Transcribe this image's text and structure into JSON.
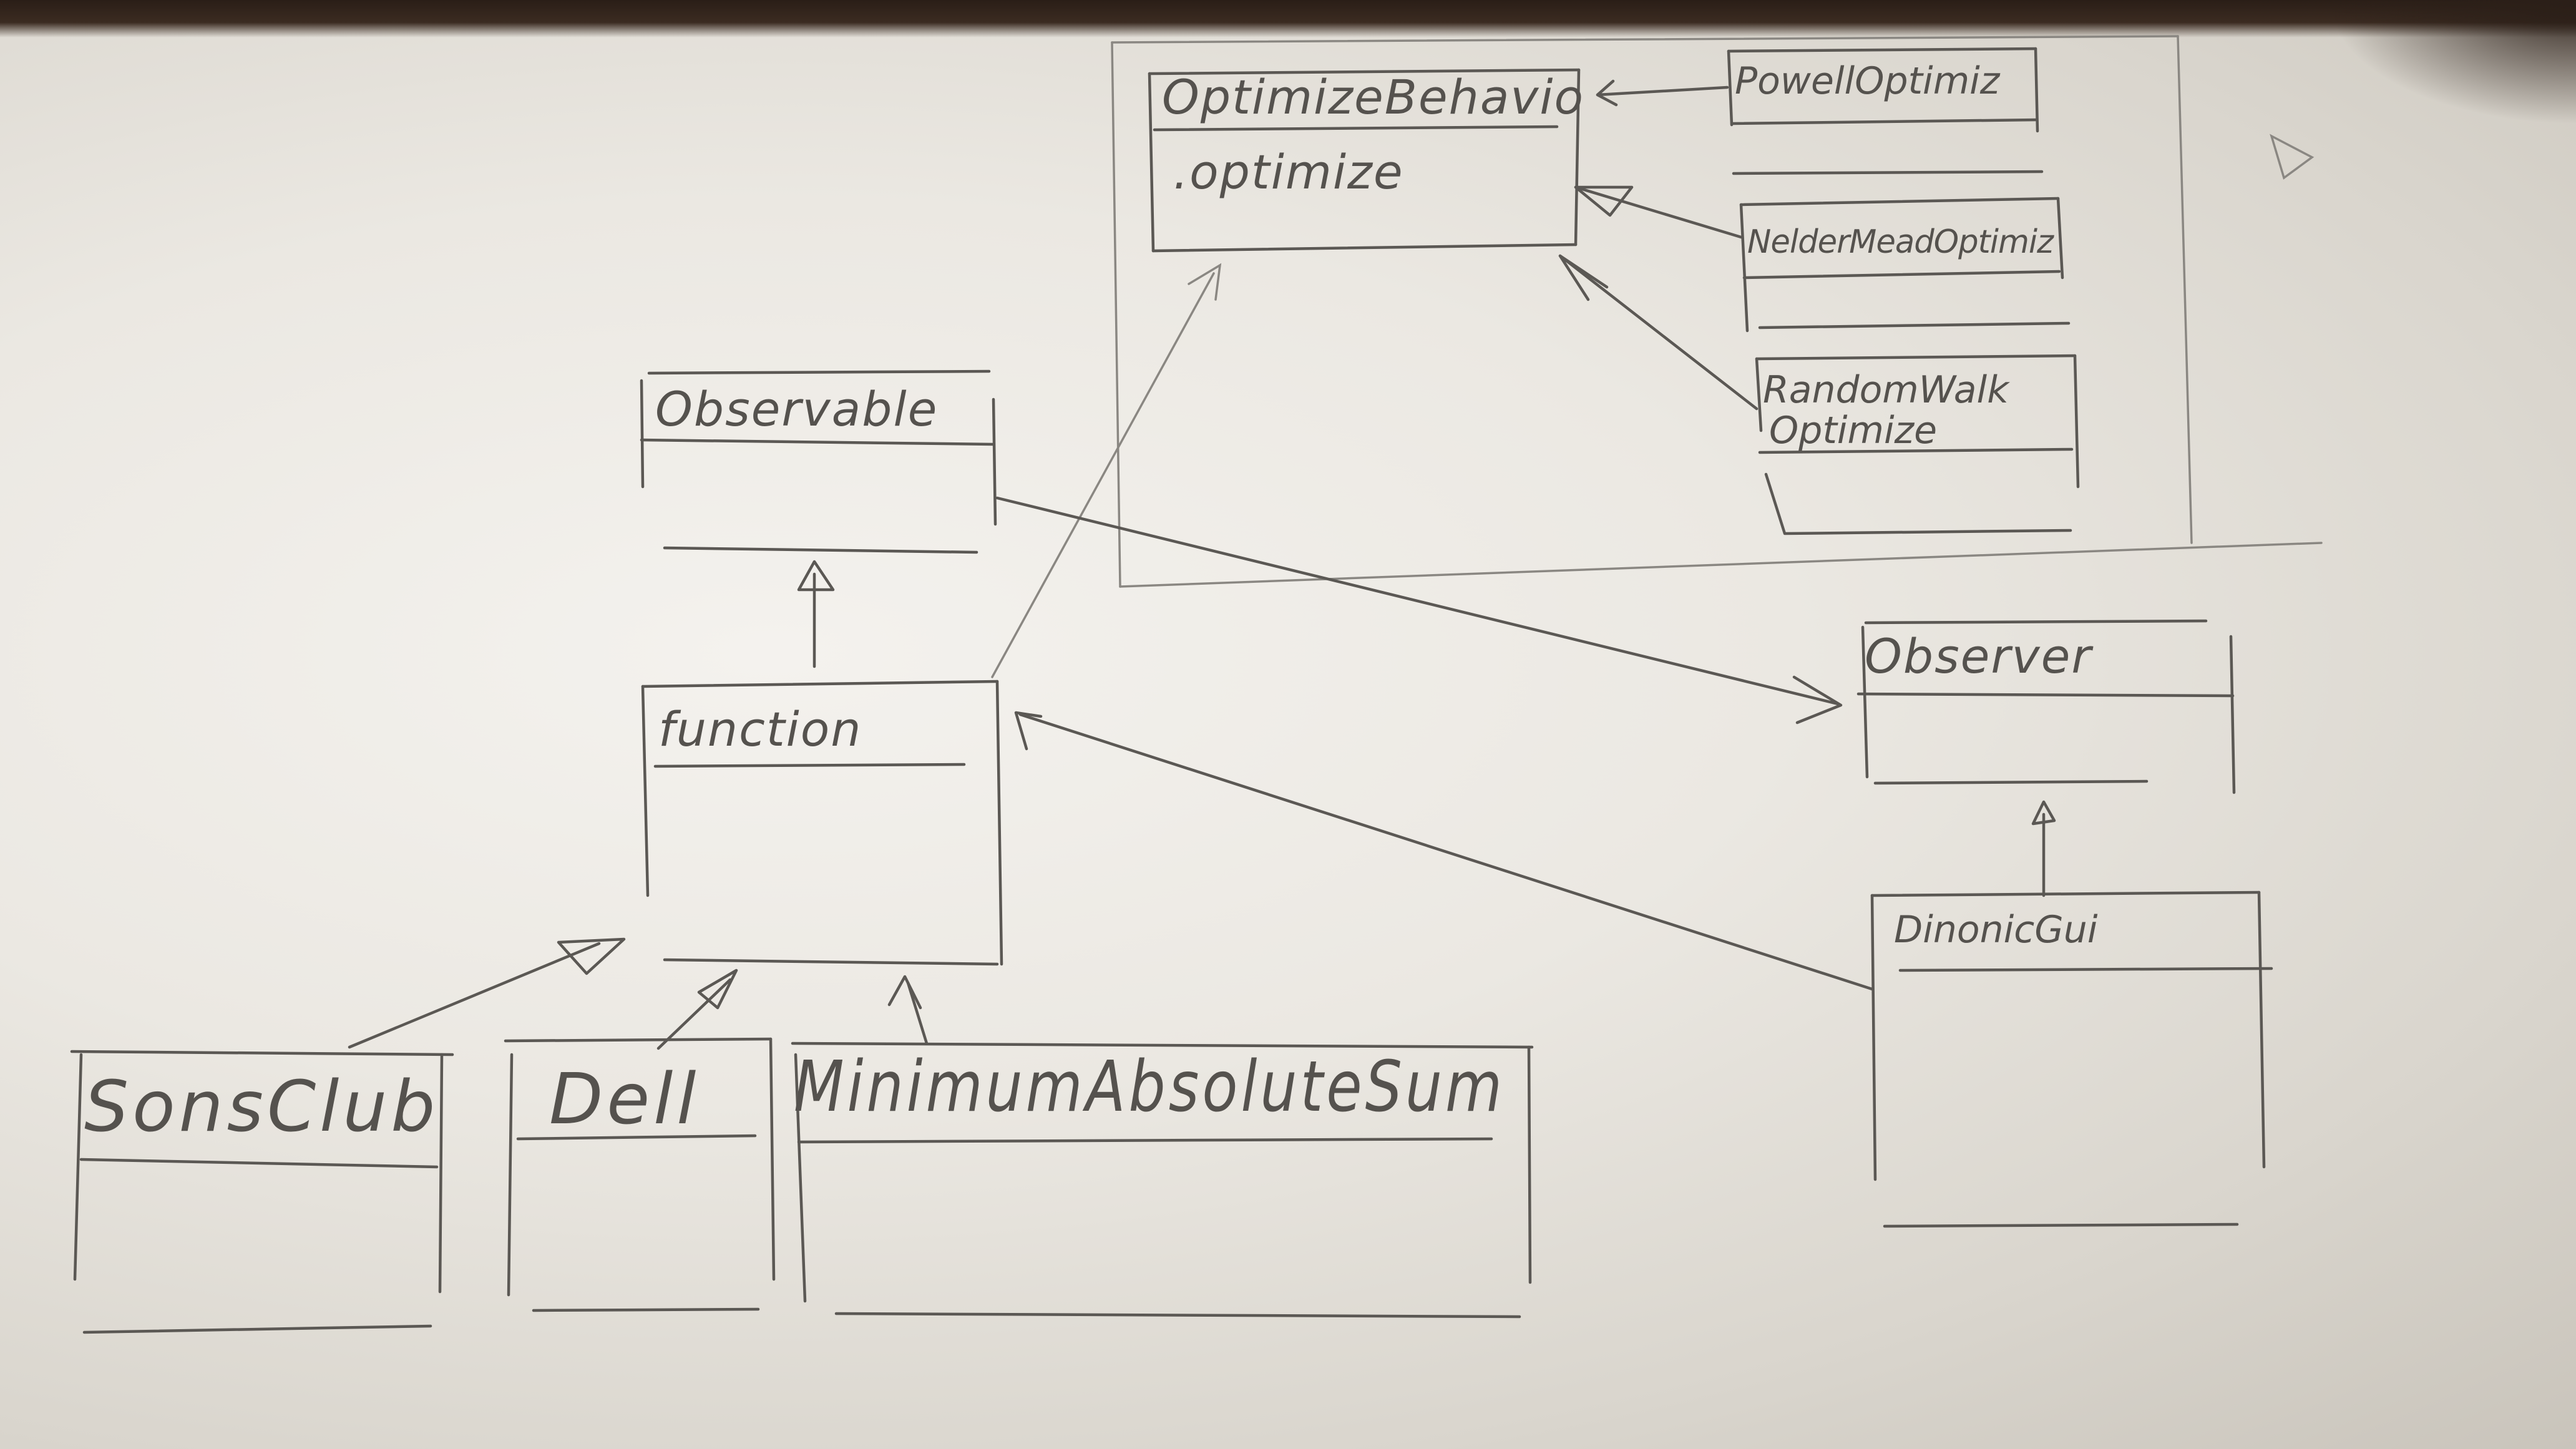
{
  "diagram": {
    "classes": {
      "optimize_behaviour": {
        "name": "OptimizeBehavio",
        "method": ".optimize"
      },
      "powell": {
        "name": "PowellOptimiz"
      },
      "nelder_mead": {
        "name": "NelderMeadOptimiz"
      },
      "random_walk": {
        "name_line1": "RandomWalk",
        "name_line2": "Optimize"
      },
      "observable": {
        "name": "Observable"
      },
      "function": {
        "name": "function"
      },
      "observer": {
        "name": "Observer"
      },
      "dynamic_gui": {
        "name": "DinonicGui"
      },
      "sons_club": {
        "name": "SonsClub"
      },
      "dell": {
        "name": "Dell"
      },
      "minimum_absolute_sum": {
        "name": "MinimumAbsoluteSum"
      }
    },
    "relations": [
      {
        "from": "PowellOptimiz",
        "to": "OptimizeBehavio",
        "kind": "realization"
      },
      {
        "from": "NelderMeadOptimiz",
        "to": "OptimizeBehavio",
        "kind": "realization"
      },
      {
        "from": "RandomWalk Optimize",
        "to": "OptimizeBehavio",
        "kind": "realization"
      },
      {
        "from": "function",
        "to": "OptimizeBehavio",
        "kind": "association"
      },
      {
        "from": "function",
        "to": "Observable",
        "kind": "inheritance"
      },
      {
        "from": "Observable",
        "to": "Observer",
        "kind": "association"
      },
      {
        "from": "DinonicGui",
        "to": "Observer",
        "kind": "inheritance"
      },
      {
        "from": "DinonicGui",
        "to": "function",
        "kind": "association"
      },
      {
        "from": "SonsClub",
        "to": "function",
        "kind": "inheritance"
      },
      {
        "from": "Dell",
        "to": "function",
        "kind": "inheritance"
      },
      {
        "from": "MinimumAbsoluteSum",
        "to": "function",
        "kind": "inheritance"
      }
    ]
  }
}
